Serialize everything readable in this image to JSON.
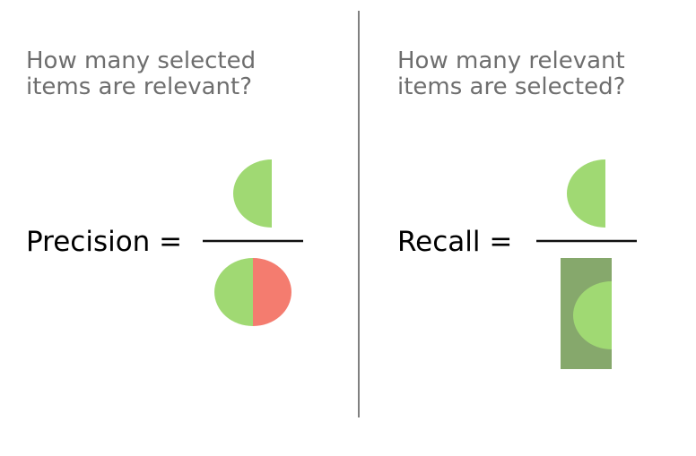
{
  "precision": {
    "question_line1": "How many selected",
    "question_line2": "items are relevant?",
    "formula_label": "Precision ="
  },
  "recall": {
    "question_line1": "How many relevant",
    "question_line2": "items are selected?",
    "formula_label": "Recall ="
  },
  "colors": {
    "relevant_green": "#a0d973",
    "irrelevant_red": "#f47c6f",
    "relevant_set_box": "#86a86c",
    "divider": "#808080",
    "fraction_bar": "#111111",
    "question_text": "#6e6e6e",
    "formula_text": "#000000"
  }
}
